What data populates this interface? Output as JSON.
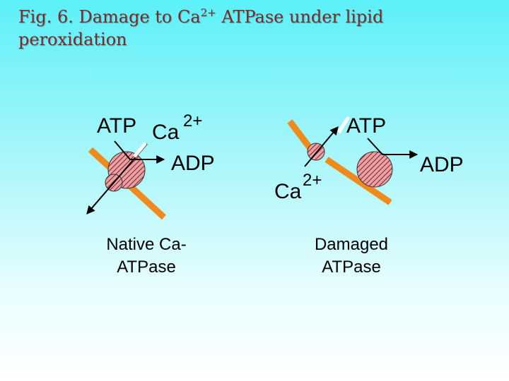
{
  "title": {
    "prefix": "Fig. 6. Damage to Ca",
    "superscript": "2+",
    "suffix": " ATPase under lipid",
    "line2": "peroxidation"
  },
  "native": {
    "atp": "ATP",
    "ca": "Ca",
    "ca_charge": "2+",
    "adp": "ADP",
    "caption_line1": "Native Ca-",
    "caption_line2": "ATPase"
  },
  "damaged": {
    "atp": "ATP",
    "ca": "Ca",
    "ca_charge": "2+",
    "adp": "ADP",
    "caption_line1": "Damaged",
    "caption_line2": "ATPase"
  },
  "colors": {
    "membrane": "#f08a1c",
    "protein_fill": "#d98a8e",
    "hatch": "#8c1a22",
    "arrow": "#000000"
  }
}
